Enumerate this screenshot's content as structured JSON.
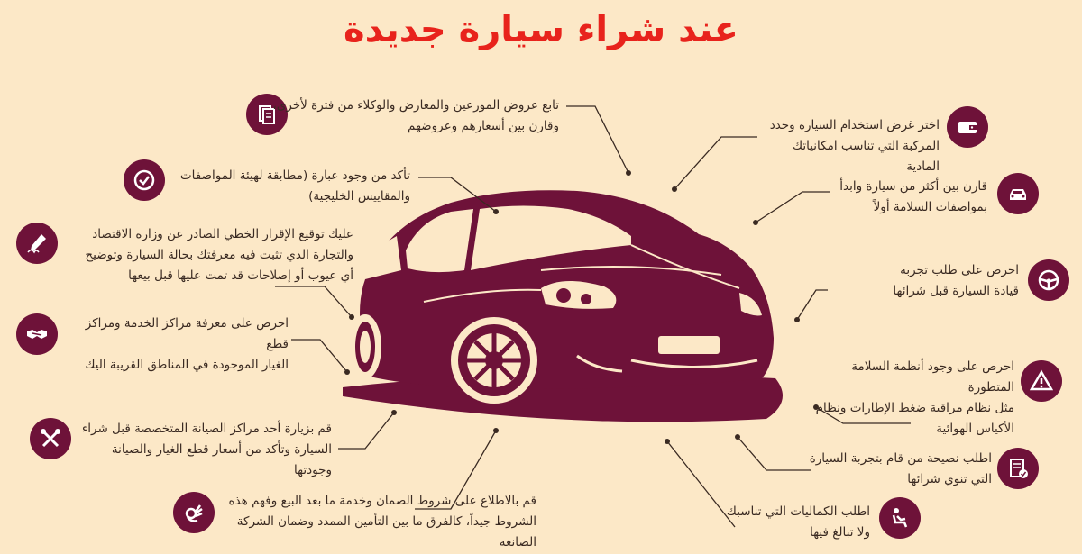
{
  "title": "عند شراء سيارة جديدة",
  "colors": {
    "background": "#fce8c7",
    "title": "#e8231c",
    "accent": "#6e1239",
    "text": "#3a2a22"
  },
  "tips_left": [
    {
      "icon": "document-icon",
      "lines": [
        "تابع عروض الموزعين والمعارض والوكلاء من فترة لأخرى،",
        "وقارن بين أسعارهم وعروضهم"
      ]
    },
    {
      "icon": "check-circle-icon",
      "lines": [
        "تأكد من وجود عبارة (مطابقة لهيئة المواصفات",
        "والمقاييس الخليجية)"
      ]
    },
    {
      "icon": "signature-pen-icon",
      "lines": [
        "عليك توقيع الإقرار الخطي الصادر عن وزارة الاقتصاد",
        "والتجارة الذي تثبت فيه معرفتك بحالة السيارة وتوضيح",
        "أي عيوب أو إصلاحات قد تمت عليها قبل بيعها"
      ]
    },
    {
      "icon": "handshake-icon",
      "lines": [
        "احرص على معرفة مراكز الخدمة ومراكز قطع",
        "الغيار الموجودة في المناطق القريبة اليك"
      ]
    },
    {
      "icon": "tools-icon",
      "lines": [
        "قم بزيارة أحد مراكز الصيانة المتخصصة قبل شراء",
        "السيارة وتأكد من أسعار قطع الغيار والصيانة وجودتها"
      ]
    },
    {
      "icon": "ok-hand-icon",
      "lines": [
        "قم بالاطلاع على شروط الضمان وخدمة ما بعد البيع وفهم هذه",
        "الشروط جيداً، كالفرق ما بين التأمين الممدد وضمان الشركة الصانعة"
      ]
    }
  ],
  "tips_right": [
    {
      "icon": "wallet-icon",
      "lines": [
        "اختر غرض استخدام السيارة وحدد",
        "المركبة التي تناسب امكانياتك المادية"
      ]
    },
    {
      "icon": "car-front-icon",
      "lines": [
        "قارن بين أكثر من سيارة وابدأ",
        "بمواصفات السلامة أولاً"
      ]
    },
    {
      "icon": "steering-wheel-icon",
      "lines": [
        "احرص على طلب تجربة",
        "قيادة السيارة قبل شرائها"
      ]
    },
    {
      "icon": "warning-icon",
      "lines": [
        "احرص على وجود أنظمة السلامة المتطورة",
        "مثل نظام مراقبة ضغط الإطارات ونظام",
        "الأكياس الهوائية"
      ]
    },
    {
      "icon": "checklist-icon",
      "lines": [
        "اطلب نصيحة من قام بتجربة السيارة",
        "التي تنوي شرائها"
      ]
    },
    {
      "icon": "car-seat-icon",
      "lines": [
        "اطلب الكماليات التي تناسبك",
        "ولا تبالغ فيها"
      ]
    }
  ]
}
